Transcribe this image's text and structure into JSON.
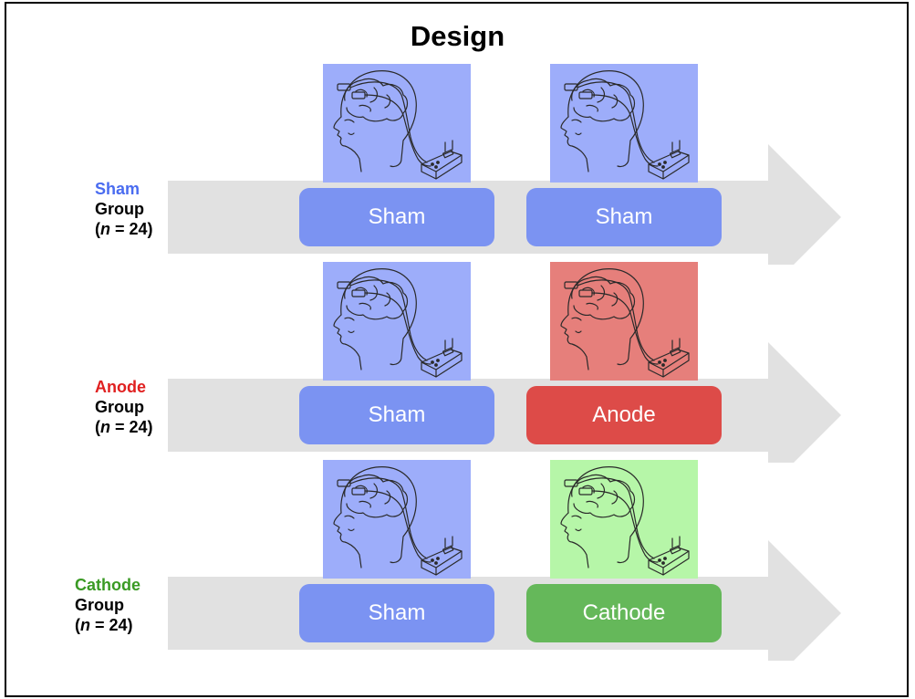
{
  "title": "Design",
  "colors": {
    "sham_text": "#4a6cf0",
    "anode_text": "#e02020",
    "cathode_text": "#3a9a24",
    "sham_panel": "#9dadfa",
    "anode_panel": "#e67f7b",
    "cathode_panel": "#b6f6a8",
    "sham_pill": "#7b93f2",
    "anode_pill": "#dd4b48",
    "cathode_pill": "#65b85a",
    "arrow": "#e1e1e1"
  },
  "groups": [
    {
      "name": "Sham",
      "word": "Group",
      "n_label": "n",
      "n_rest": " = 24)",
      "n_open": "(",
      "name_color": "sham",
      "sessions": [
        {
          "label": "Sham",
          "color": "sham"
        },
        {
          "label": "Sham",
          "color": "sham"
        }
      ]
    },
    {
      "name": "Anode",
      "word": "Group",
      "n_label": "n",
      "n_rest": " = 24)",
      "n_open": "(",
      "name_color": "anode",
      "sessions": [
        {
          "label": "Sham",
          "color": "sham"
        },
        {
          "label": "Anode",
          "color": "anode"
        }
      ]
    },
    {
      "name": "Cathode",
      "word": "Group",
      "n_label": "n",
      "n_rest": " = 24)",
      "n_open": "(",
      "name_color": "cathode",
      "sessions": [
        {
          "label": "Sham",
          "color": "sham"
        },
        {
          "label": "Cathode",
          "color": "cathode"
        }
      ]
    }
  ],
  "icons": {
    "panel": "head-with-tdcs-electrodes-icon"
  }
}
